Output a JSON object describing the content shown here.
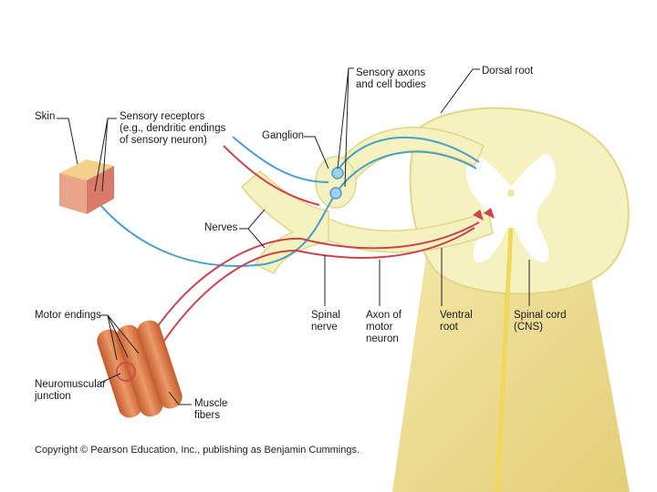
{
  "labels": {
    "skin": "Skin",
    "sensory_receptors": "Sensory receptors\n(e.g., dendritic endings\nof sensory neuron)",
    "ganglion": "Ganglion",
    "sensory_axons": "Sensory axons\nand cell bodies",
    "dorsal_root": "Dorsal root",
    "nerves": "Nerves",
    "motor_endings": "Motor endings",
    "neuromuscular_junction": "Neuromuscular\njunction",
    "muscle_fibers": "Muscle\nfibers",
    "spinal_nerve": "Spinal\nnerve",
    "axon_motor_neuron": "Axon of\nmotor\nneuron",
    "ventral_root": "Ventral\nroot",
    "spinal_cord": "Spinal cord\n(CNS)"
  },
  "copyright": "Copyright © Pearson Education, Inc., publishing as Benjamin Cummings.",
  "colors": {
    "tissue": "#f6f2c0",
    "tissue_edge": "#e2d68a",
    "cord_shadow": "#ecd98a",
    "gray_matter": "#ffffff",
    "sensory": "#4a9fc8",
    "motor": "#c8454f",
    "muscle": "#d97a4a",
    "skin": "#e9c98a"
  }
}
